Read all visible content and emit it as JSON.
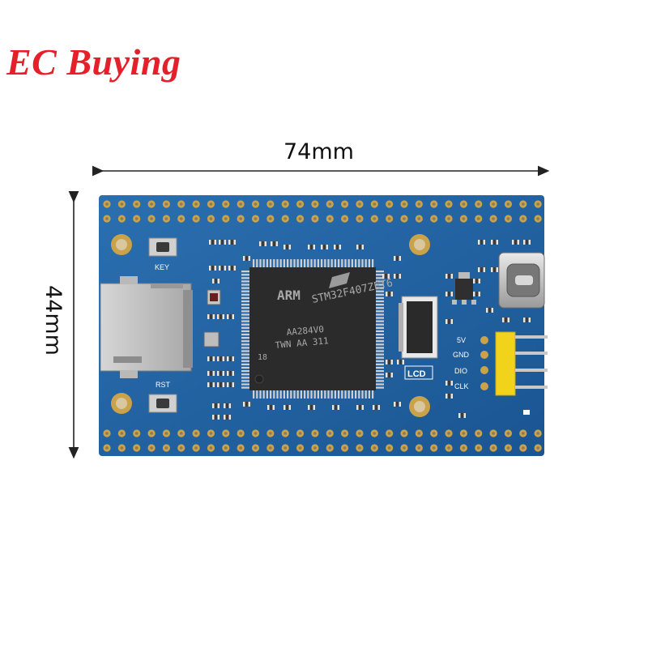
{
  "brand": {
    "watermark": "EC Buying"
  },
  "dimensions": {
    "width": "74mm",
    "height": "44mm"
  },
  "board": {
    "labels": {
      "key": "KEY",
      "rst": "RST",
      "lcd": "LCD",
      "pin_5v": "5V",
      "pin_gnd": "GND",
      "pin_dio": "DIO",
      "pin_clk": "CLK"
    },
    "chip": {
      "brand": "ARM",
      "part": "STM32F407ZET6",
      "line2": "AA284V0",
      "line3": "TWN AA 311",
      "line4": "18"
    }
  },
  "colors": {
    "pcb": "#1f5f9e",
    "pad": "#c9a24a",
    "header": "#f2d31b",
    "watermark": "#e5202a"
  }
}
